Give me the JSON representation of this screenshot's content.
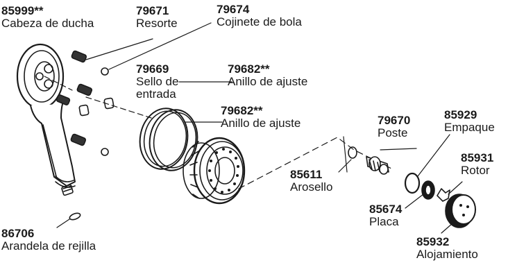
{
  "parts": {
    "shower_head": {
      "number": "85999**",
      "name": "Cabeza de ducha"
    },
    "spring": {
      "number": "79671",
      "name": "Resorte"
    },
    "ball_bearing": {
      "number": "79674",
      "name": "Cojinete de bola"
    },
    "inlet_seal": {
      "number": "79669",
      "name_line1": "Sello de",
      "name_line2": "entrada"
    },
    "adjusting_ring_1": {
      "number": "79682**",
      "name": "Anillo de ajuste"
    },
    "adjusting_ring_2": {
      "number": "79682**",
      "name": "Anillo de ajuste"
    },
    "post": {
      "number": "79670",
      "name": "Poste"
    },
    "gasket": {
      "number": "85929",
      "name": "Empaque"
    },
    "rotor": {
      "number": "85931",
      "name": "Rotor"
    },
    "o_ring": {
      "number": "85611",
      "name": "Arosello"
    },
    "plate": {
      "number": "85674",
      "name": "Placa"
    },
    "housing": {
      "number": "85932",
      "name": "Alojamiento"
    },
    "screen_washer": {
      "number": "86706",
      "name": "Arandela de rejilla"
    }
  }
}
